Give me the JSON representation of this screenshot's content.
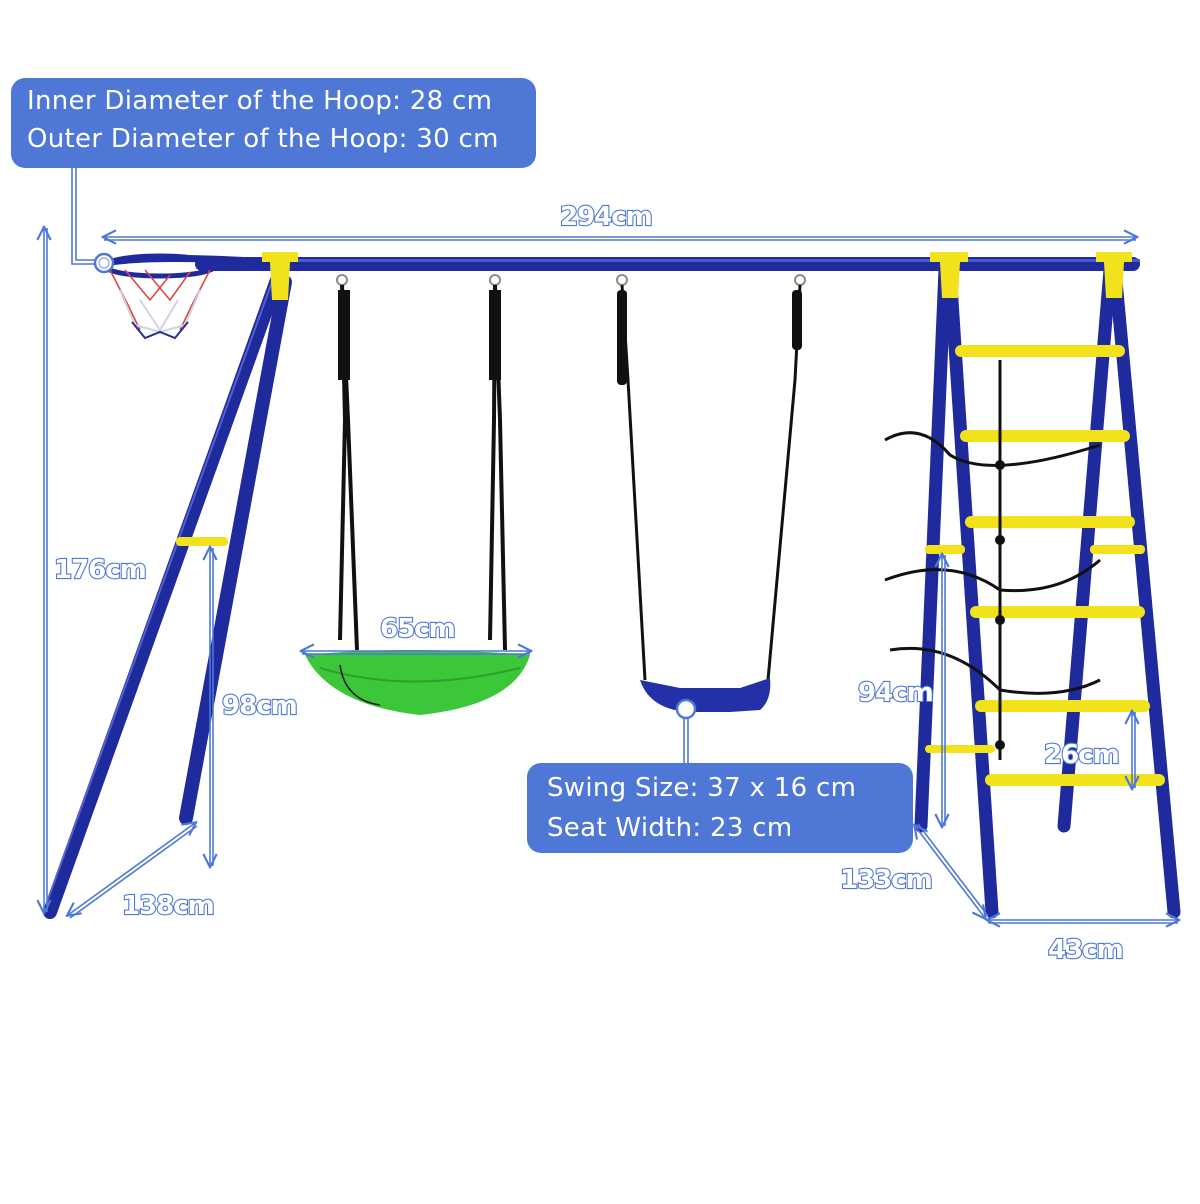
{
  "callouts": {
    "hoop": {
      "line1": "Inner Diameter of the Hoop: 28 cm",
      "line2": "Outer Diameter of the Hoop: 30 cm"
    },
    "swing": {
      "line1": "Swing Size: 37 x 16 cm",
      "line2": "Seat Width: 23 cm"
    }
  },
  "dimensions": {
    "total_length": "294cm",
    "total_height": "176cm",
    "side_base_left": "138cm",
    "crossbar_height_left": "98cm",
    "nest_swing_width": "65cm",
    "ladder_crossbar_height": "94cm",
    "rung_spacing": "26cm",
    "side_base_right": "133cm",
    "ladder_width": "43cm"
  },
  "colors": {
    "frame_blue": "#1f2a9c",
    "connector_yellow": "#f2e21c",
    "nest_green": "#3cc73a",
    "callout_blue": "#4f78d6",
    "seat_blue": "#2430a8",
    "rope_black": "#111111"
  }
}
